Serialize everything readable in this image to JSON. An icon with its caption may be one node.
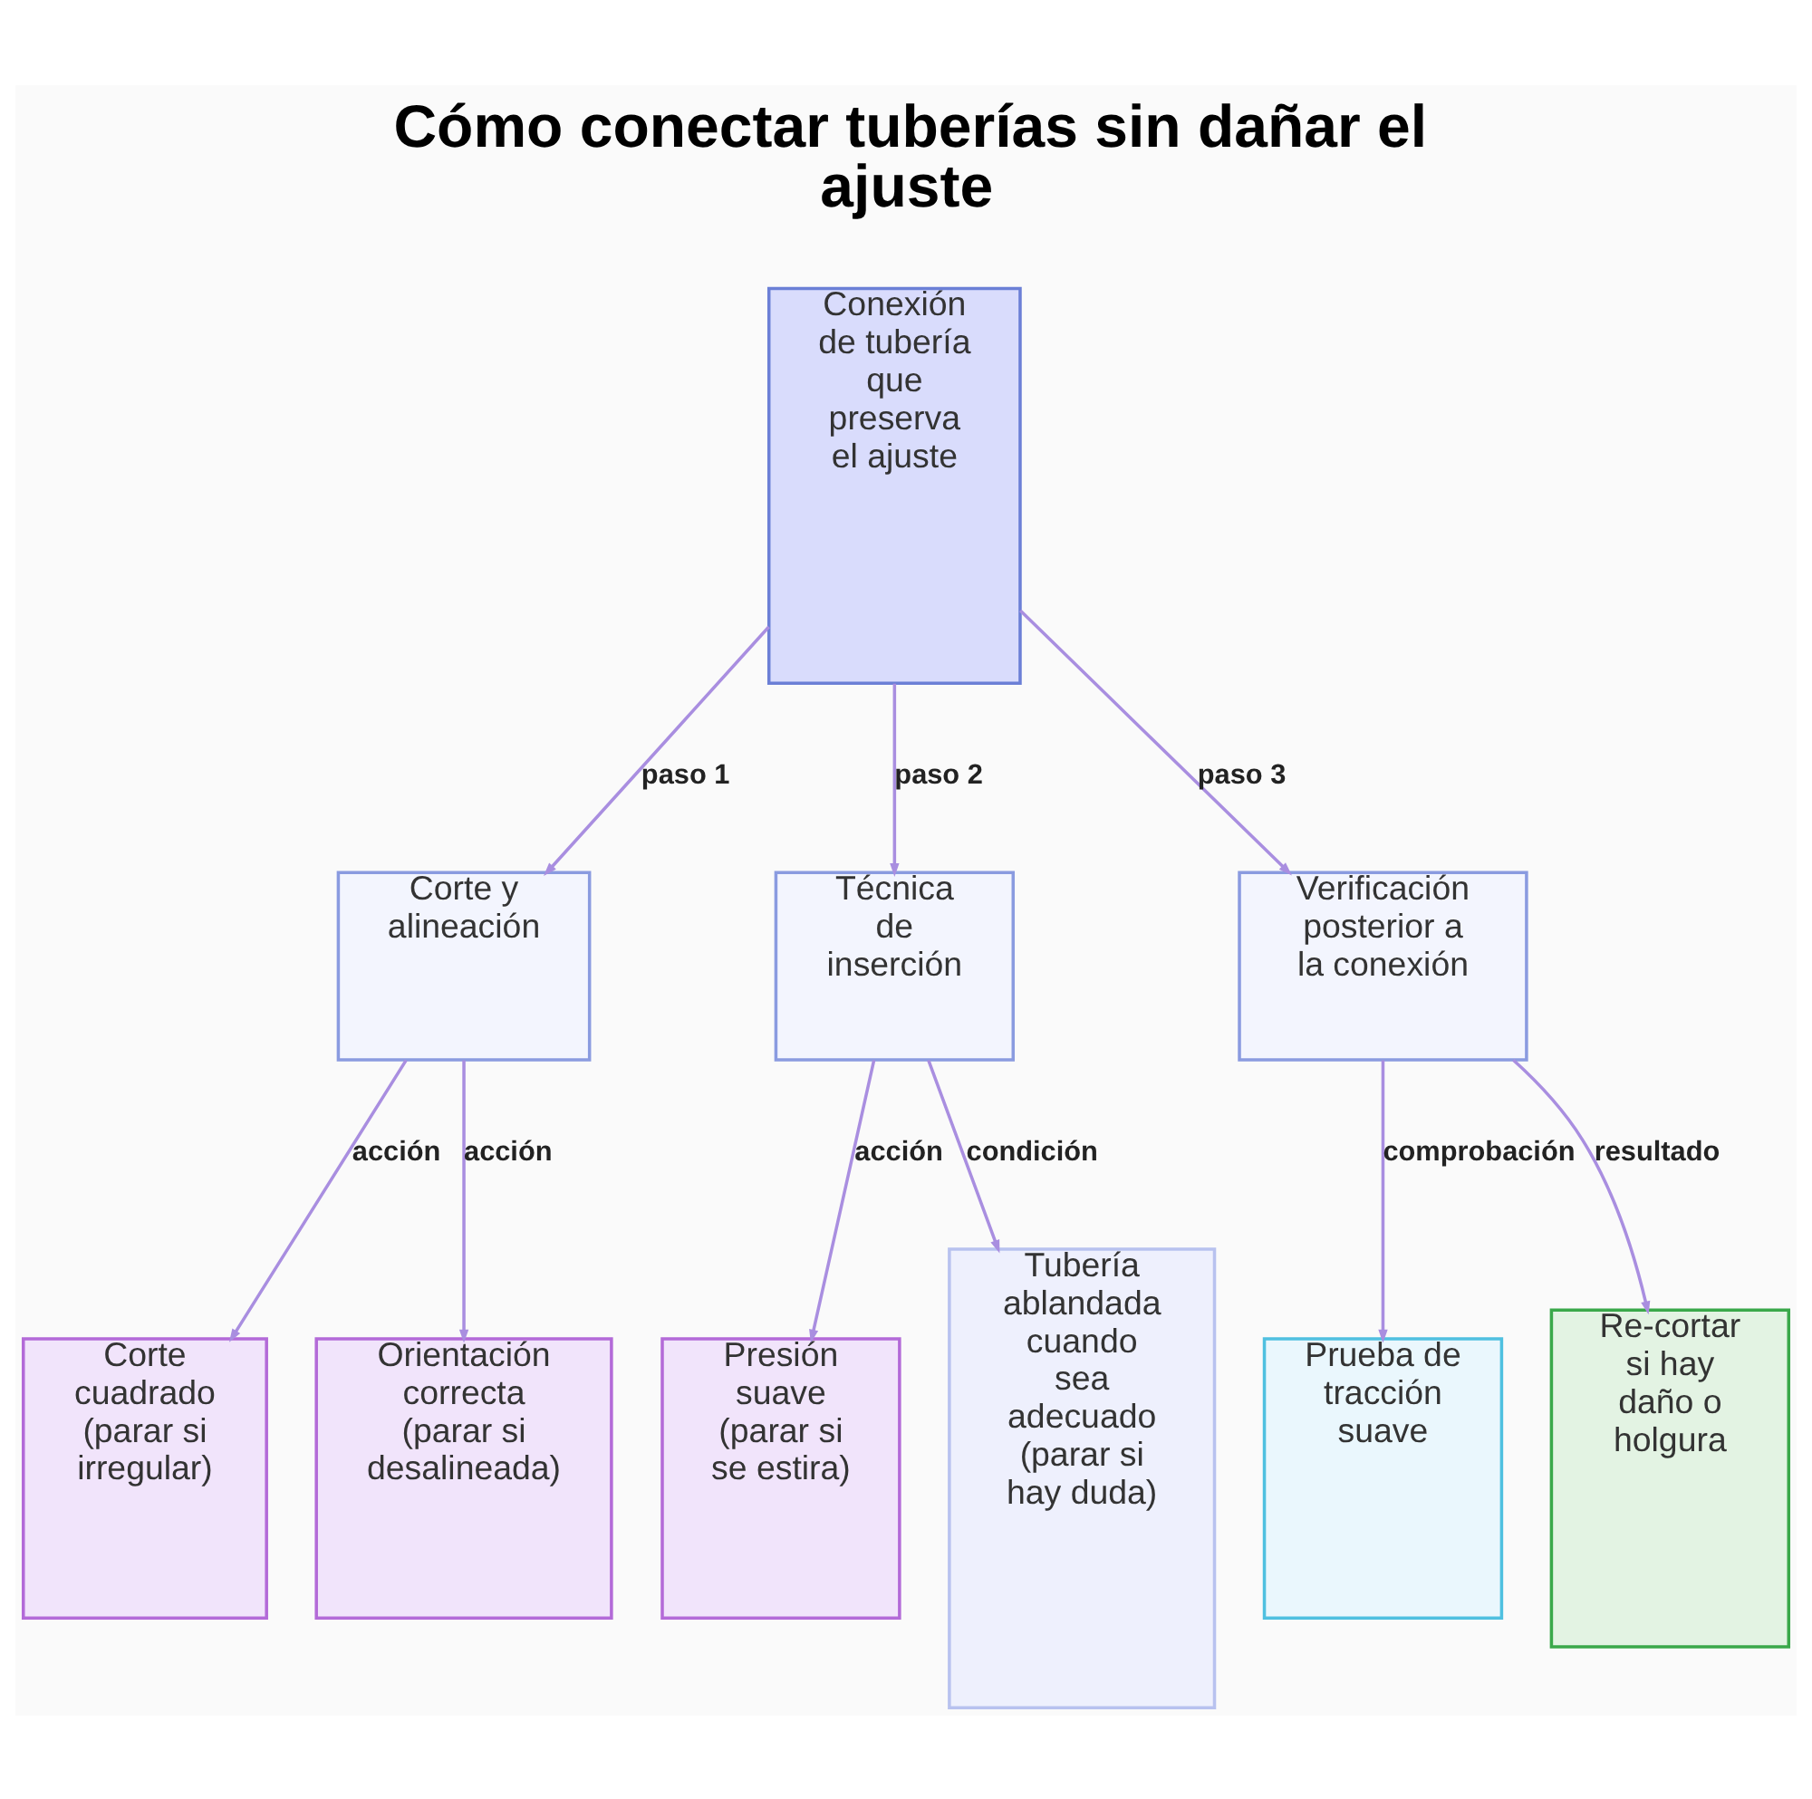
{
  "diagram": {
    "title": "Cómo conectar tuberías sin dañar el ajuste",
    "nodes": [
      {
        "text": [
          "Conexión de tubería que preserva el ajuste"
        ]
      },
      {
        "text": [
          "Corte y alineación"
        ]
      },
      {
        "text": [
          "Técnica de inserción"
        ]
      },
      {
        "text": [
          "Verificación posterior a la conexión"
        ]
      },
      {
        "text": [
          "Corte cuadrado (parar si irregular)"
        ]
      },
      {
        "text": [
          "Orientación correcta (parar si desalineada)"
        ]
      },
      {
        "text": [
          "Presión suave (parar si se estira)"
        ]
      },
      {
        "text": [
          "Tubería ablandada cuando sea adecuado (parar si hay duda)"
        ]
      },
      {
        "text": [
          "Prueba de tracción suave"
        ]
      },
      {
        "text": [
          "Re-cortar si hay daño o holgura"
        ]
      }
    ],
    "edges": [
      {
        "from": 0,
        "to": 1,
        "arrow": "to",
        "label": "paso 1"
      },
      {
        "from": 0,
        "to": 2,
        "arrow": "to",
        "label": "paso 2"
      },
      {
        "from": 0,
        "to": 3,
        "arrow": "to",
        "label": "paso 3"
      },
      {
        "from": 1,
        "to": 4,
        "arrow": "to",
        "label": "acción"
      },
      {
        "from": 1,
        "to": 5,
        "arrow": "to",
        "label": "acción"
      },
      {
        "from": 2,
        "to": 6,
        "arrow": "to",
        "label": "acción"
      },
      {
        "from": 2,
        "to": 7,
        "arrow": "to",
        "label": "condición"
      },
      {
        "from": 3,
        "to": 8,
        "arrow": "to",
        "label": "comprobación"
      },
      {
        "from": 3,
        "to": 9,
        "arrow": "to",
        "label": "resultado"
      }
    ]
  }
}
